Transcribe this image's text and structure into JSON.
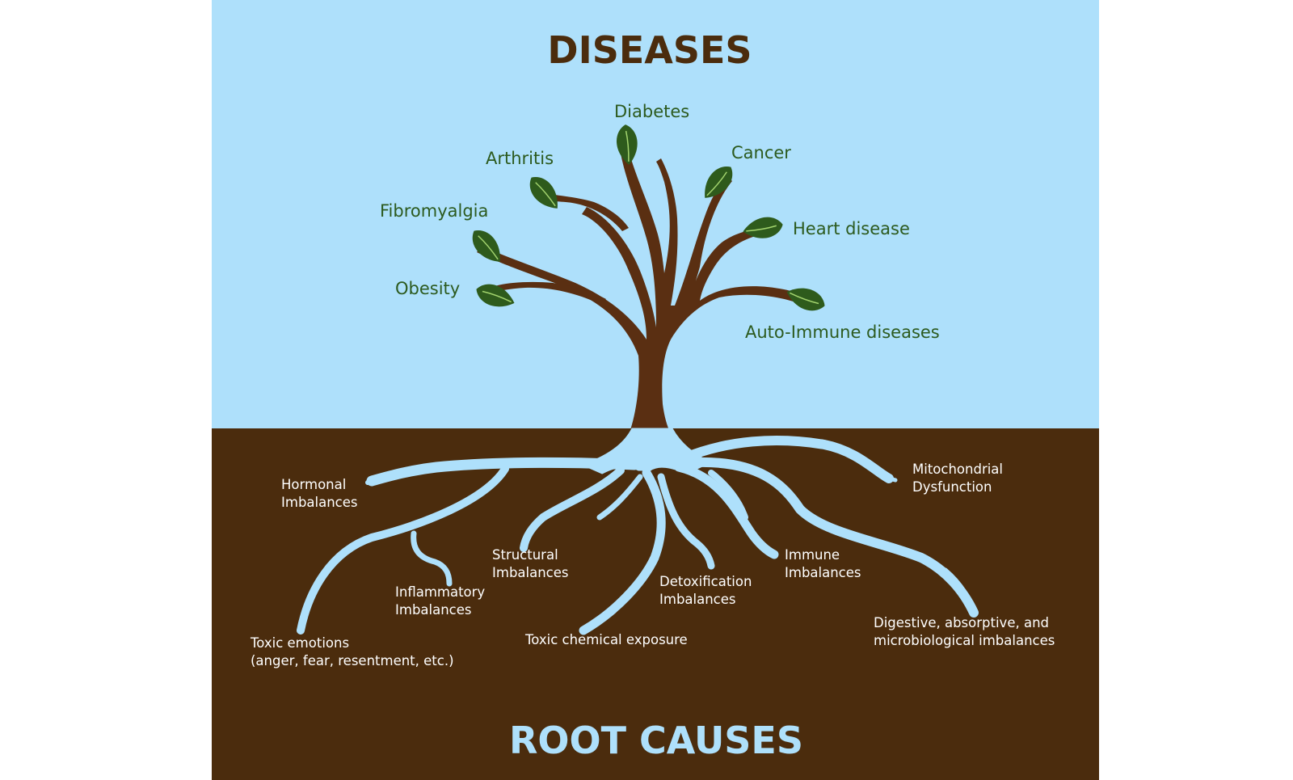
{
  "title_top": "DISEASES",
  "title_bottom": "ROOT CAUSES",
  "colors": {
    "sky": "#aee0fb",
    "soil": "#4b2c0d",
    "trunk": "#5a2f12",
    "leaf": "#2e5b1c",
    "leaf_vein": "#a3d46e",
    "disease_text": "#2c5a1e",
    "root": "#aee0fb",
    "root_text": "#ffffff",
    "title_top": "#4b2c0d",
    "title_bottom": "#aee0fb"
  },
  "diseases": {
    "diabetes": "Diabetes",
    "arthritis": "Arthritis",
    "cancer": "Cancer",
    "fibromyalgia": "Fibromyalgia",
    "heart_disease": "Heart disease",
    "obesity": "Obesity",
    "auto_immune": "Auto-Immune diseases"
  },
  "causes": {
    "hormonal": [
      "Hormonal",
      "Imbalances"
    ],
    "mitochondrial": [
      "Mitochondrial",
      "Dysfunction"
    ],
    "structural": [
      "Structural",
      "Imbalances"
    ],
    "immune": [
      "Immune",
      "Imbalances"
    ],
    "inflammatory": [
      "Inflammatory",
      "Imbalances"
    ],
    "detoxification": [
      "Detoxification",
      "Imbalances"
    ],
    "digestive": [
      "Digestive, absorptive, and",
      "microbiological imbalances"
    ],
    "toxic_chemical": [
      "Toxic chemical exposure"
    ],
    "toxic_emotions": [
      "Toxic emotions",
      "(anger, fear, resentment, etc.)"
    ]
  }
}
